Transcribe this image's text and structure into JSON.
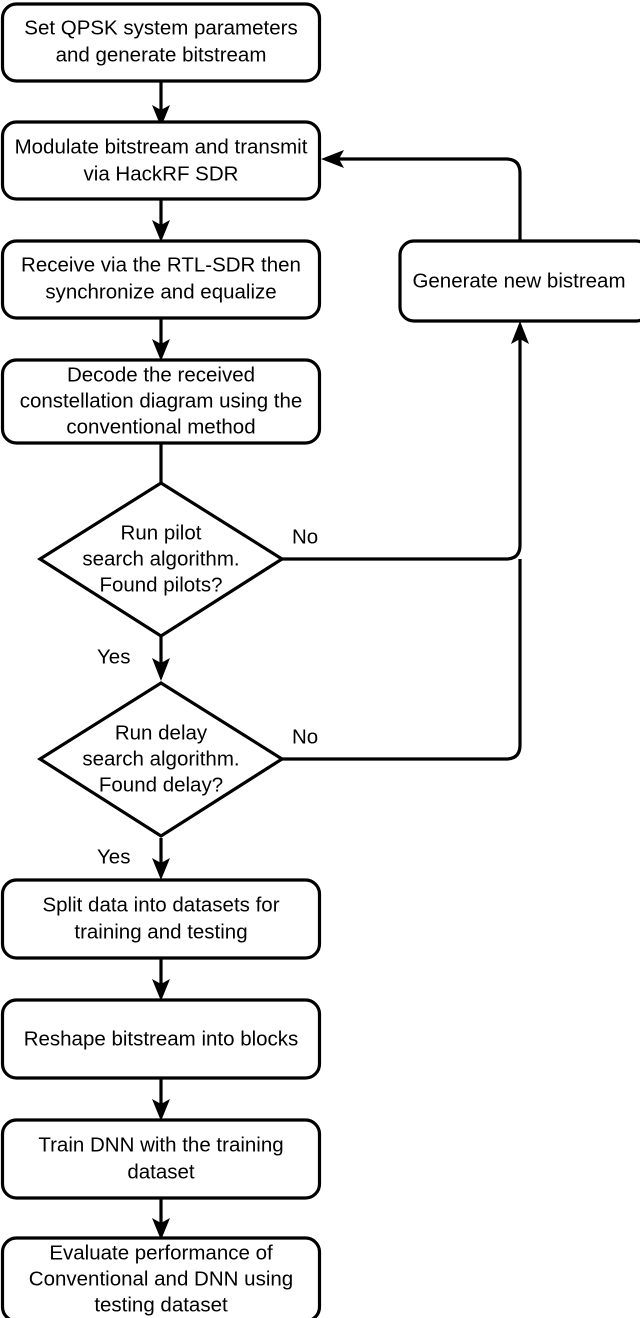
{
  "diagram": {
    "title": "QPSK DNN experiment flowchart",
    "type": "flowchart",
    "colors": {
      "background": "#ffffff",
      "stroke": "#000000",
      "fill": "#ffffff",
      "text": "#000000"
    },
    "nodes": [
      {
        "id": "set-params",
        "shape": "rounded-rect",
        "lines": [
          "Set QPSK system parameters",
          "and generate bitstream"
        ]
      },
      {
        "id": "modulate-transmit",
        "shape": "rounded-rect",
        "lines": [
          "Modulate bitstream and transmit",
          "via HackRF SDR"
        ]
      },
      {
        "id": "receive-sync",
        "shape": "rounded-rect",
        "lines": [
          "Receive via the RTL-SDR then",
          "synchronize and equalize"
        ]
      },
      {
        "id": "decode-constellation",
        "shape": "rounded-rect",
        "lines": [
          "Decode the received",
          "constellation diagram using the",
          "conventional method"
        ]
      },
      {
        "id": "pilot-decision",
        "shape": "diamond",
        "lines": [
          "Run pilot",
          "search algorithm.",
          "Found pilots?"
        ]
      },
      {
        "id": "delay-decision",
        "shape": "diamond",
        "lines": [
          "Run delay",
          "search algorithm.",
          "Found delay?"
        ]
      },
      {
        "id": "split-data",
        "shape": "rounded-rect",
        "lines": [
          "Split data into datasets for",
          "training and testing"
        ]
      },
      {
        "id": "reshape-bitstream",
        "shape": "rounded-rect",
        "lines": [
          "Reshape bitstream into blocks"
        ]
      },
      {
        "id": "train-dnn",
        "shape": "rounded-rect",
        "lines": [
          "Train DNN with the training",
          "dataset"
        ]
      },
      {
        "id": "evaluate-performance",
        "shape": "rounded-rect",
        "lines": [
          "Evaluate performance of",
          "Conventional and DNN using",
          "testing dataset"
        ]
      },
      {
        "id": "generate-new-bitstream",
        "shape": "rounded-rect",
        "lines": [
          "Generate new bistream"
        ]
      }
    ],
    "edge_labels": {
      "pilot_no": "No",
      "pilot_yes": "Yes",
      "delay_no": "No",
      "delay_yes": "Yes"
    },
    "edges": [
      {
        "from": "set-params",
        "to": "modulate-transmit",
        "label": ""
      },
      {
        "from": "modulate-transmit",
        "to": "receive-sync",
        "label": ""
      },
      {
        "from": "receive-sync",
        "to": "decode-constellation",
        "label": ""
      },
      {
        "from": "decode-constellation",
        "to": "pilot-decision",
        "label": ""
      },
      {
        "from": "pilot-decision",
        "to": "delay-decision",
        "label": "Yes"
      },
      {
        "from": "pilot-decision",
        "to": "generate-new-bitstream",
        "label": "No"
      },
      {
        "from": "delay-decision",
        "to": "split-data",
        "label": "Yes"
      },
      {
        "from": "delay-decision",
        "to": "generate-new-bitstream",
        "label": "No"
      },
      {
        "from": "generate-new-bitstream",
        "to": "modulate-transmit",
        "label": ""
      },
      {
        "from": "split-data",
        "to": "reshape-bitstream",
        "label": ""
      },
      {
        "from": "reshape-bitstream",
        "to": "train-dnn",
        "label": ""
      },
      {
        "from": "train-dnn",
        "to": "evaluate-performance",
        "label": ""
      }
    ]
  }
}
